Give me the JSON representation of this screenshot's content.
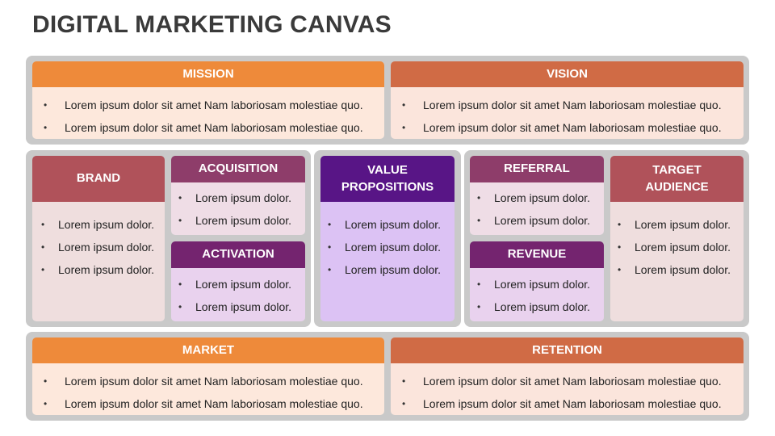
{
  "title": "DIGITAL MARKETING CANVAS",
  "colors": {
    "orange": "#ee8a3a",
    "rust": "#d06b45",
    "red": "#b0525a",
    "plum": "#8e3d6a",
    "violet": "#74246f",
    "purple": "#581586",
    "group_gray": "#c9c9c9"
  },
  "mission": {
    "title": "MISSION",
    "items": [
      "Lorem ipsum dolor sit amet Nam laboriosam molestiae quo.",
      "Lorem ipsum dolor sit amet Nam laboriosam molestiae quo."
    ]
  },
  "vision": {
    "title": "VISION",
    "items": [
      "Lorem ipsum dolor sit amet Nam laboriosam molestiae quo.",
      "Lorem ipsum dolor sit amet Nam laboriosam molestiae quo."
    ]
  },
  "brand": {
    "title": "BRAND",
    "items": [
      "Lorem ipsum dolor.",
      "Lorem ipsum dolor.",
      "Lorem ipsum dolor."
    ]
  },
  "acquisition": {
    "title": "ACQUISITION",
    "items": [
      "Lorem ipsum dolor.",
      "Lorem ipsum dolor."
    ]
  },
  "activation": {
    "title": "ACTIVATION",
    "items": [
      "Lorem ipsum dolor.",
      "Lorem ipsum dolor."
    ]
  },
  "value_propositions": {
    "title_line1": "VALUE",
    "title_line2": "PROPOSITIONS",
    "items": [
      "Lorem ipsum dolor.",
      "Lorem ipsum dolor.",
      "Lorem ipsum dolor."
    ]
  },
  "referral": {
    "title": "REFERRAL",
    "items": [
      "Lorem ipsum dolor.",
      "Lorem ipsum dolor."
    ]
  },
  "revenue": {
    "title": "REVENUE",
    "items": [
      "Lorem ipsum dolor.",
      "Lorem ipsum dolor."
    ]
  },
  "target_audience": {
    "title_line1": "TARGET",
    "title_line2": "AUDIENCE",
    "items": [
      "Lorem ipsum dolor.",
      "Lorem ipsum dolor.",
      "Lorem ipsum dolor."
    ]
  },
  "market": {
    "title": "MARKET",
    "items": [
      "Lorem ipsum dolor sit amet Nam laboriosam molestiae quo.",
      "Lorem ipsum dolor sit amet Nam laboriosam molestiae quo."
    ]
  },
  "retention": {
    "title": "RETENTION",
    "items": [
      "Lorem ipsum dolor sit amet Nam laboriosam molestiae quo.",
      "Lorem ipsum dolor sit amet Nam laboriosam molestiae quo."
    ]
  }
}
